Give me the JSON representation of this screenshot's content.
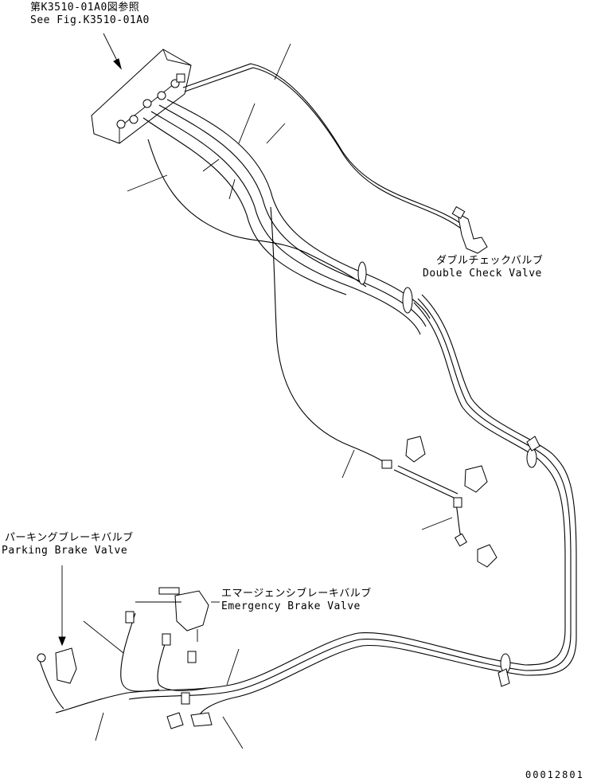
{
  "refs": {
    "see_fig_jp": "第K3510-01A0図参照",
    "see_fig_en": "See Fig.K3510-01A0"
  },
  "components": {
    "double_check_valve_jp": "ダブルチェックバルブ",
    "double_check_valve_en": "Double Check Valve",
    "parking_brake_valve_jp": "パーキングブレーキバルブ",
    "parking_brake_valve_en": "Parking Brake Valve",
    "emergency_brake_valve_jp": "エマージェンシブレーキバルブ",
    "emergency_brake_valve_en": "Emergency Brake Valve"
  },
  "drawing_number": "00012801"
}
